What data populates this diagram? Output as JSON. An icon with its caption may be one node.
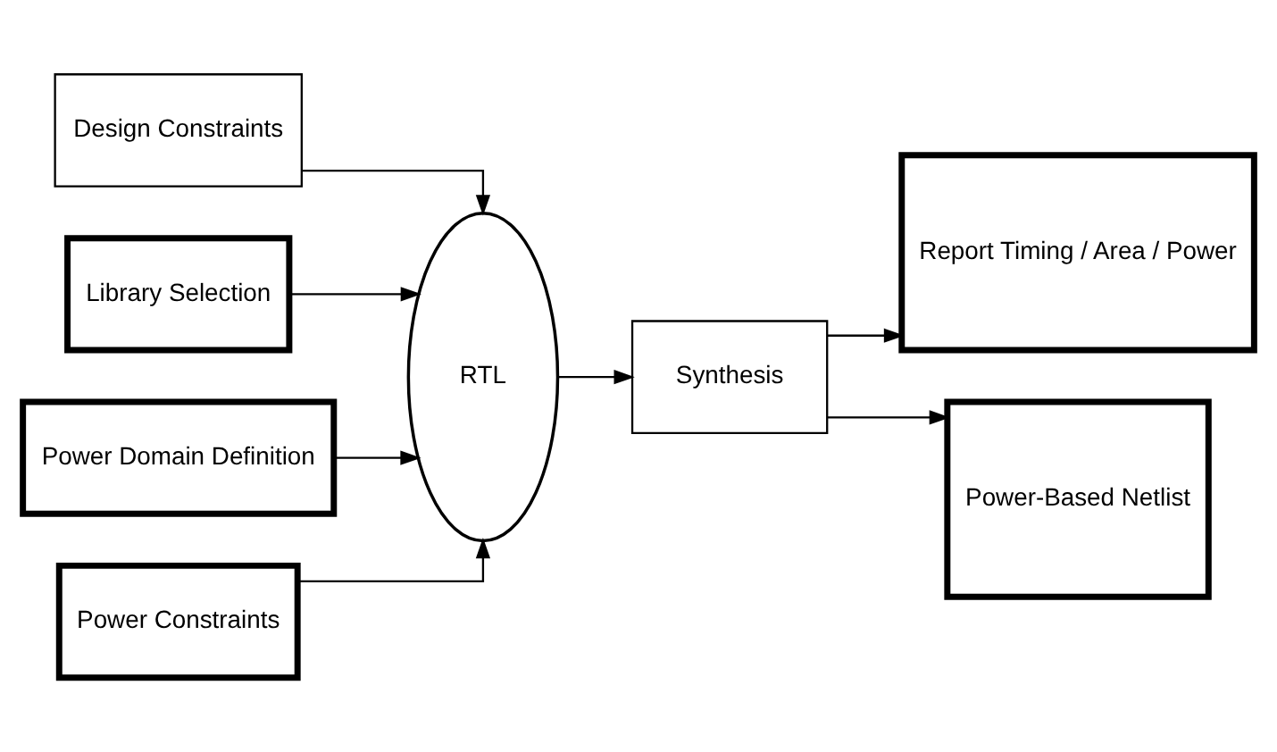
{
  "diagram": {
    "nodes": [
      {
        "text": [
          "Design Constraints"
        ]
      },
      {
        "text": [
          "Library Selection"
        ]
      },
      {
        "text": [
          "Power Domain Definition"
        ]
      },
      {
        "text": [
          "Power Constraints"
        ]
      },
      {
        "text": [
          "RTL"
        ]
      },
      {
        "text": [
          "Synthesis"
        ]
      },
      {
        "text": [
          "Report Timing / Area / Power"
        ]
      },
      {
        "text": [
          "Power-Based Netlist"
        ]
      }
    ],
    "edges": [
      {
        "from": 0,
        "to": 4,
        "arrow": "to"
      },
      {
        "from": 1,
        "to": 4,
        "arrow": "to"
      },
      {
        "from": 2,
        "to": 4,
        "arrow": "to"
      },
      {
        "from": 3,
        "to": 4,
        "arrow": "to"
      },
      {
        "from": 4,
        "to": 5,
        "arrow": "to"
      },
      {
        "from": 5,
        "to": 6,
        "arrow": "to"
      },
      {
        "from": 5,
        "to": 7,
        "arrow": "to"
      }
    ]
  }
}
